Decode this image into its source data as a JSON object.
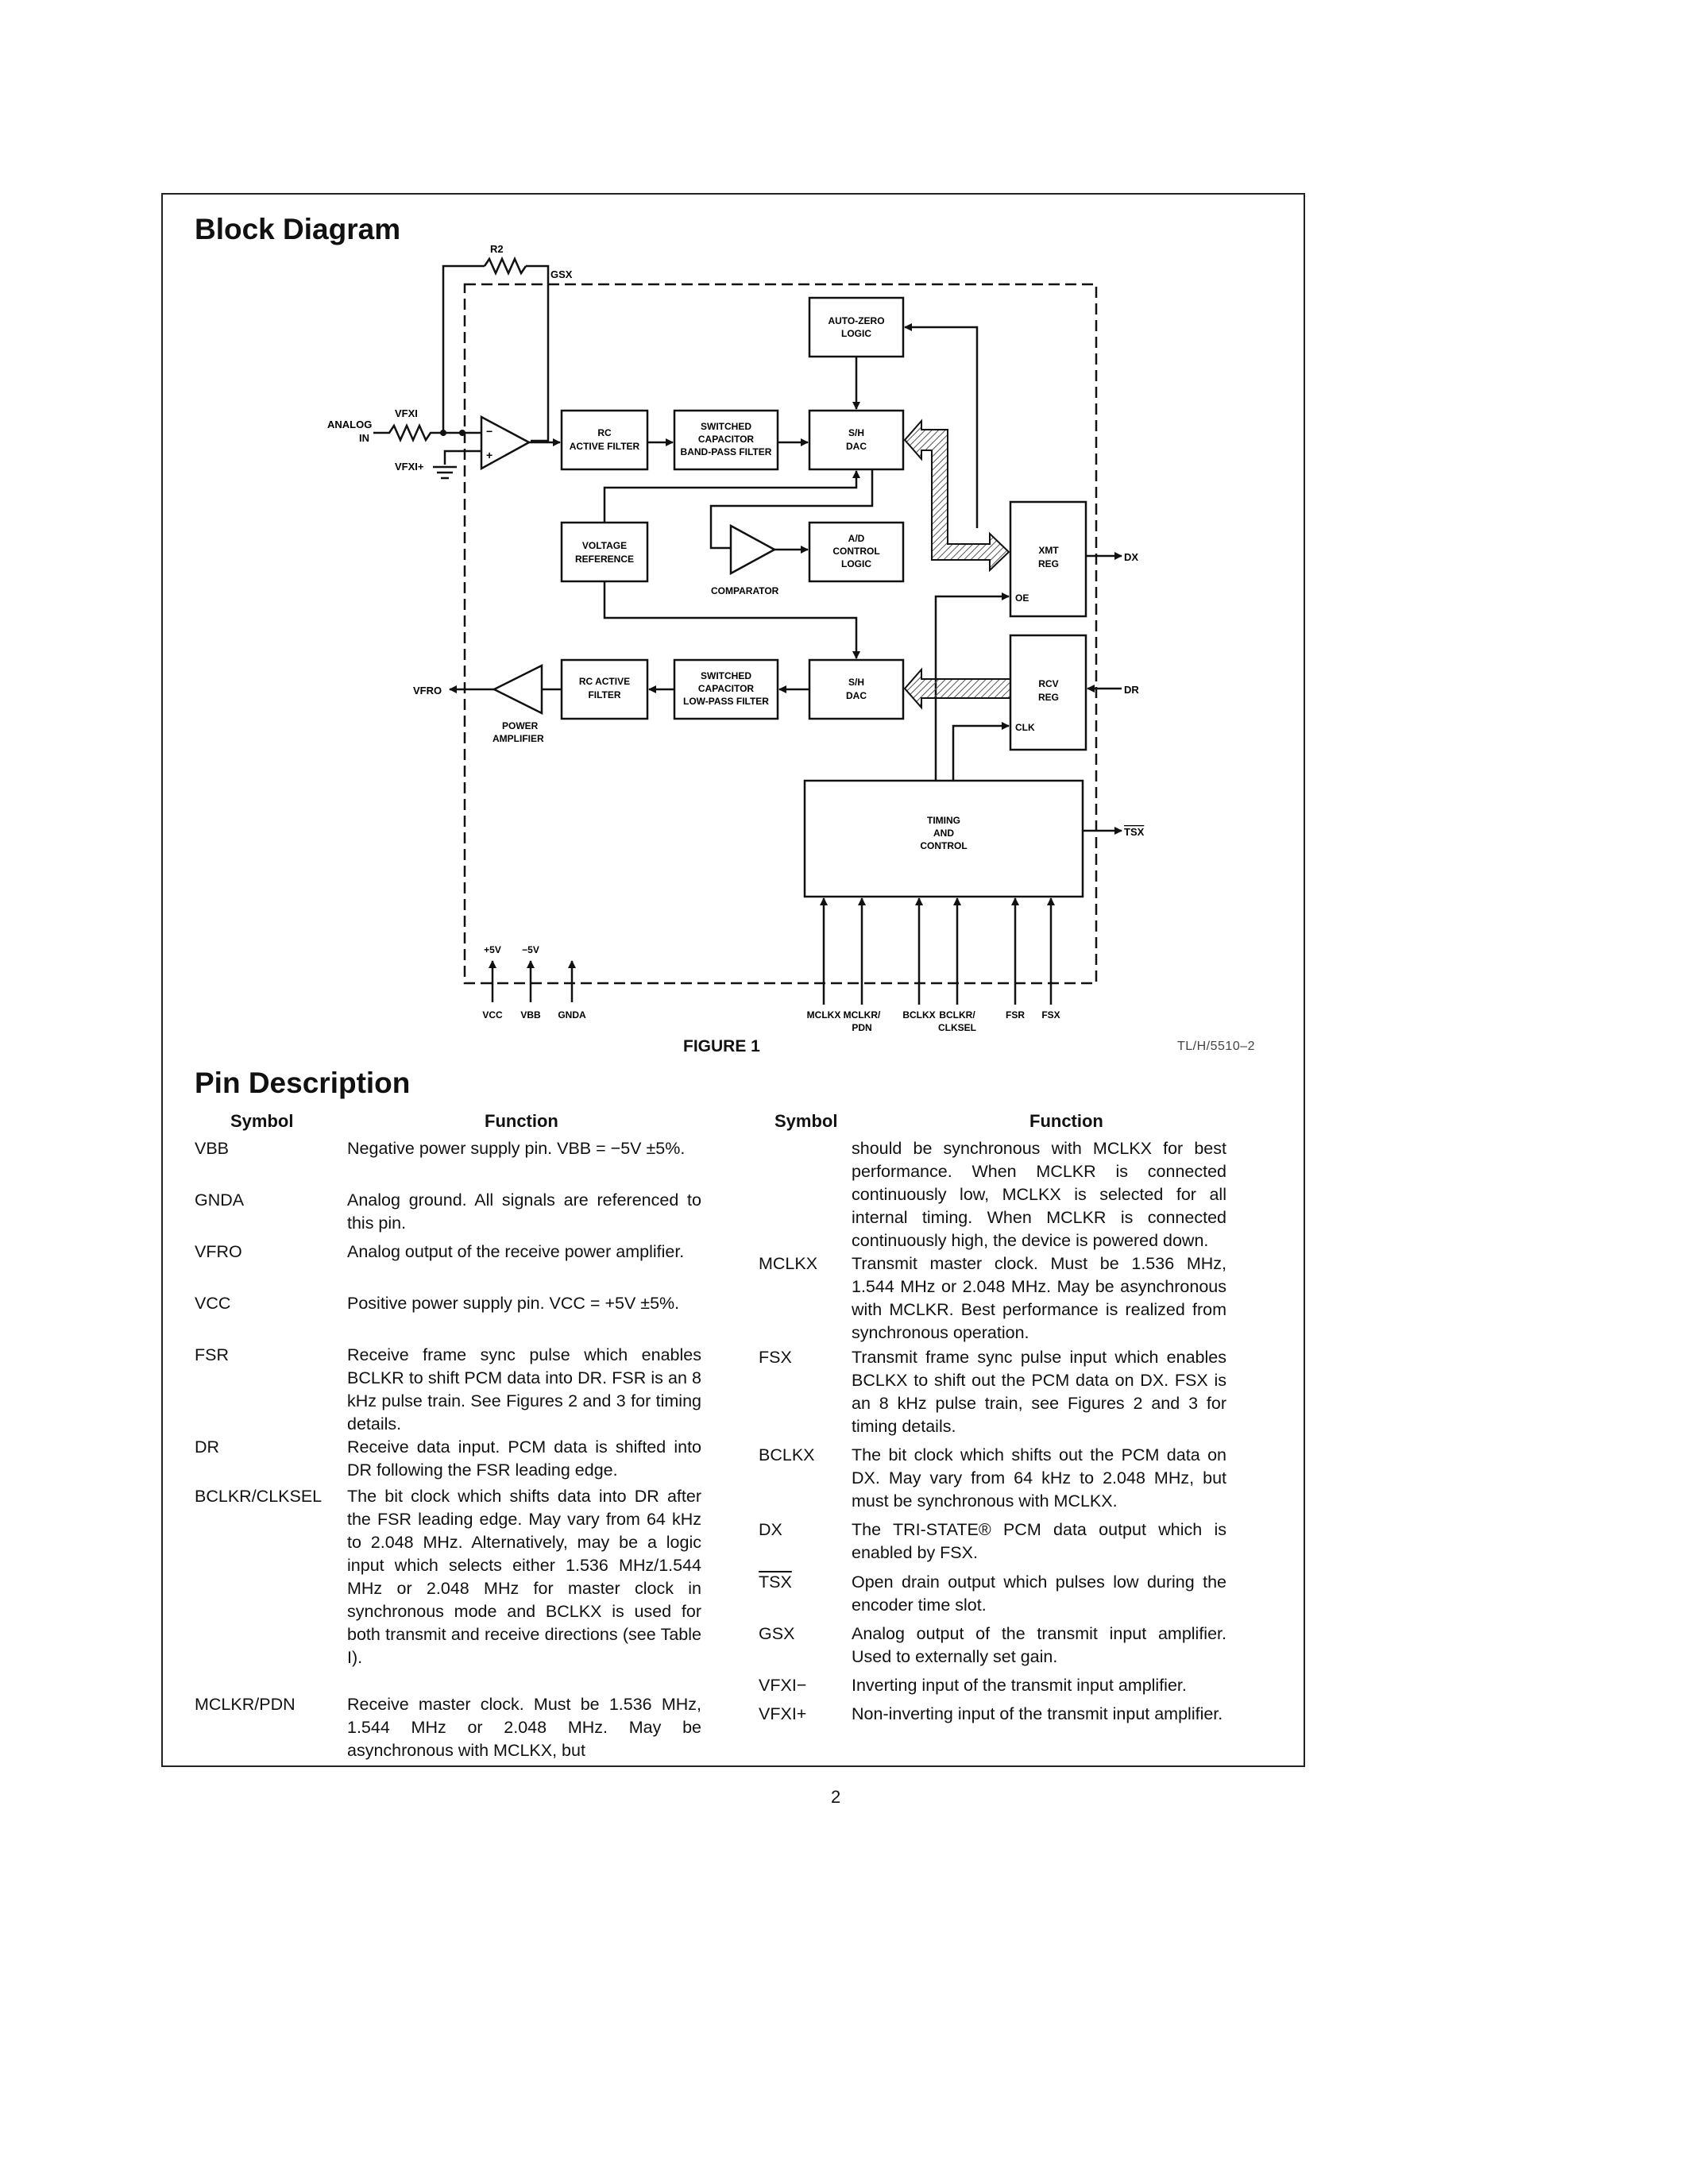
{
  "block_diagram": {
    "title": "Block Diagram",
    "blocks": {
      "auto_zero": [
        "AUTO-ZERO",
        "LOGIC"
      ],
      "rc_active_filter_tx": [
        "RC",
        "ACTIVE FILTER"
      ],
      "sc_bandpass": [
        "SWITCHED",
        "CAPACITOR",
        "BAND-PASS FILTER"
      ],
      "sh_dac_tx": [
        "S/H",
        "DAC"
      ],
      "voltage_reference": [
        "VOLTAGE",
        "REFERENCE"
      ],
      "ad_control": [
        "A/D",
        "CONTROL",
        "LOGIC"
      ],
      "xmt_reg": [
        "XMT",
        "REG"
      ],
      "rc_active_filter_rx": [
        "RC ACTIVE",
        "FILTER"
      ],
      "sc_lowpass": [
        "SWITCHED",
        "CAPACITOR",
        "LOW-PASS FILTER"
      ],
      "sh_dac_rx": [
        "S/H",
        "DAC"
      ],
      "rcv_reg": [
        "RCV",
        "REG"
      ],
      "timing": [
        "TIMING",
        "AND",
        "CONTROL"
      ]
    },
    "labels": {
      "r2": "R2",
      "gsx": "GSX",
      "analog_in": [
        "ANALOG",
        "IN"
      ],
      "vfxi_minus": "VFXI",
      "vfxi_plus": "VFXI+",
      "comparator": "COMPARATOR",
      "power_amplifier": [
        "POWER",
        "AMPLIFIER"
      ],
      "vfro": "VFRO",
      "dx": "DX",
      "dr": "DR",
      "oe": "OE",
      "clk": "CLK",
      "tsx": "TSX",
      "vplus": "+5V",
      "vminus": "−5V",
      "vcc": "VCC",
      "vbb": "VBB",
      "gnda": "GNDA",
      "bottom_pins": [
        [
          "MCLKX"
        ],
        [
          "MCLKR/",
          "PDN"
        ],
        [
          "BCLKX"
        ],
        [
          "BCLKR/",
          "CLKSEL"
        ],
        [
          "FSR"
        ],
        [
          "FSX"
        ]
      ]
    },
    "figure_caption": "FIGURE 1",
    "figure_ref": "TL/H/5510–2"
  },
  "pin_description": {
    "title": "Pin Description",
    "col_symbol": "Symbol",
    "col_function": "Function",
    "left_column": [
      {
        "symbol": "VBB",
        "function": "Negative power supply pin. VBB = −5V ±5%."
      },
      {
        "symbol": "GNDA",
        "function": "Analog ground. All signals are referenced to this pin."
      },
      {
        "symbol": "VFRO",
        "function": "Analog output of the receive power amplifier."
      },
      {
        "symbol": "VCC",
        "function": "Positive power supply pin. VCC = +5V ±5%."
      },
      {
        "symbol": "FSR",
        "function": "Receive frame sync pulse which enables BCLKR to shift PCM data into DR. FSR is an 8 kHz pulse train. See Figures 2 and 3 for timing details."
      },
      {
        "symbol": "DR",
        "function": "Receive data input. PCM data is shifted into DR following the FSR leading edge."
      },
      {
        "symbol": "BCLKR/CLKSEL",
        "function": "The bit clock which shifts data into DR after the FSR leading edge. May vary from 64 kHz to 2.048 MHz. Alternatively, may be a logic input which selects either 1.536 MHz/1.544 MHz or 2.048 MHz for master clock in synchronous mode and BCLKX is used for both transmit and receive directions (see Table I)."
      },
      {
        "symbol": "MCLKR/PDN",
        "function": "Receive master clock. Must be 1.536 MHz, 1.544 MHz or 2.048 MHz. May be asynchronous with MCLKX, but"
      }
    ],
    "right_column": [
      {
        "symbol": "",
        "function": "should be synchronous with MCLKX for best performance. When MCLKR is connected continuously low, MCLKX is selected for all internal timing. When MCLKR is connected continuously high, the device is powered down."
      },
      {
        "symbol": "MCLKX",
        "function": "Transmit master clock. Must be 1.536 MHz, 1.544 MHz or 2.048 MHz. May be asynchronous with MCLKR. Best performance is realized from synchronous operation."
      },
      {
        "symbol": "FSX",
        "function": "Transmit frame sync pulse input which enables BCLKX to shift out the PCM data on DX. FSX is an 8 kHz pulse train, see Figures 2 and 3 for timing details."
      },
      {
        "symbol": "BCLKX",
        "function": "The bit clock which shifts out the PCM data on DX. May vary from 64 kHz to 2.048 MHz, but must be synchronous with MCLKX."
      },
      {
        "symbol": "DX",
        "function": "The TRI-STATE® PCM data output which is enabled by FSX."
      },
      {
        "symbol": "TSX",
        "function": "Open drain output which pulses low during the encoder time slot."
      },
      {
        "symbol": "GSX",
        "function": "Analog output of the transmit input amplifier. Used to externally set gain."
      },
      {
        "symbol": "VFXI−",
        "function": "Inverting input of the transmit input amplifier."
      },
      {
        "symbol": "VFXI+",
        "function": "Non-inverting input of the transmit input amplifier."
      }
    ]
  },
  "page_number": "2"
}
